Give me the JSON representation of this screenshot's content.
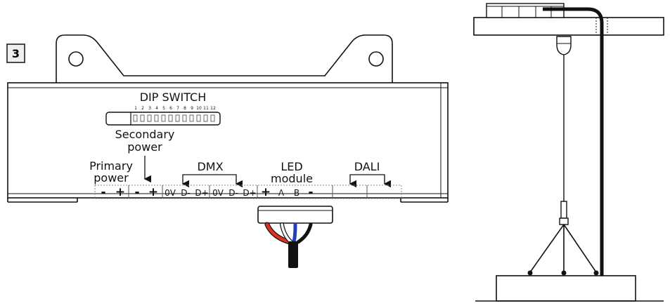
{
  "figure": {
    "step_number": "3",
    "dip_switch": {
      "label": "DIP SWITCH",
      "numbers": [
        "1",
        "2",
        "3",
        "4",
        "5",
        "6",
        "7",
        "8",
        "9",
        "10",
        "11",
        "12"
      ]
    },
    "secondary_power": {
      "line1": "Secondary",
      "line2": "power"
    },
    "primary_power": {
      "line1": "Primary",
      "line2": "power"
    },
    "dmx_label": "DMX",
    "led_module": {
      "line1": "LED",
      "line2": "module"
    },
    "dali_label": "DALI",
    "terminals": [
      "-",
      "+",
      "-",
      "+",
      "0V",
      "D-",
      "D+",
      "0V",
      "D-",
      "D+",
      "+",
      "A",
      "B",
      "-"
    ],
    "wire_colors": {
      "red": "#e0301e",
      "blue": "#1f3fbf",
      "black": "#111111",
      "white": "#f4f4f4"
    }
  }
}
